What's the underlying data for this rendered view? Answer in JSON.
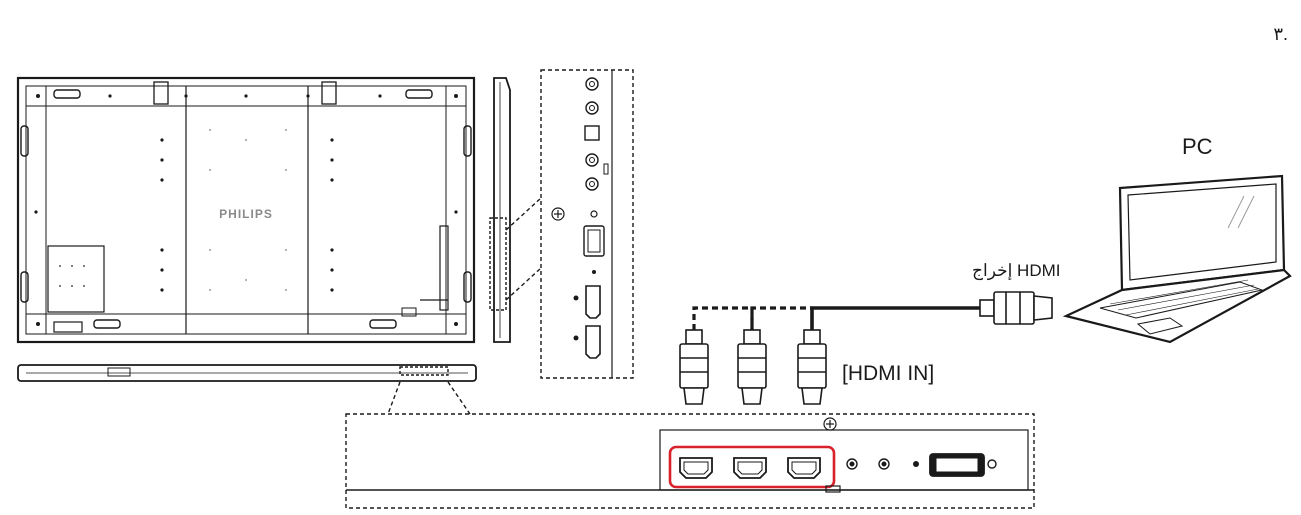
{
  "step_number": "٣.",
  "labels": {
    "pc": "PC",
    "hdmi_out": "إخراج HDMI",
    "hdmi_in": "[HDMI IN]",
    "brand": "PHILIPS"
  },
  "colors": {
    "line": "#1a1a1a",
    "highlight": "#d8212b",
    "panel_fill": "#ffffff",
    "hatch": "#9a9a9a"
  }
}
